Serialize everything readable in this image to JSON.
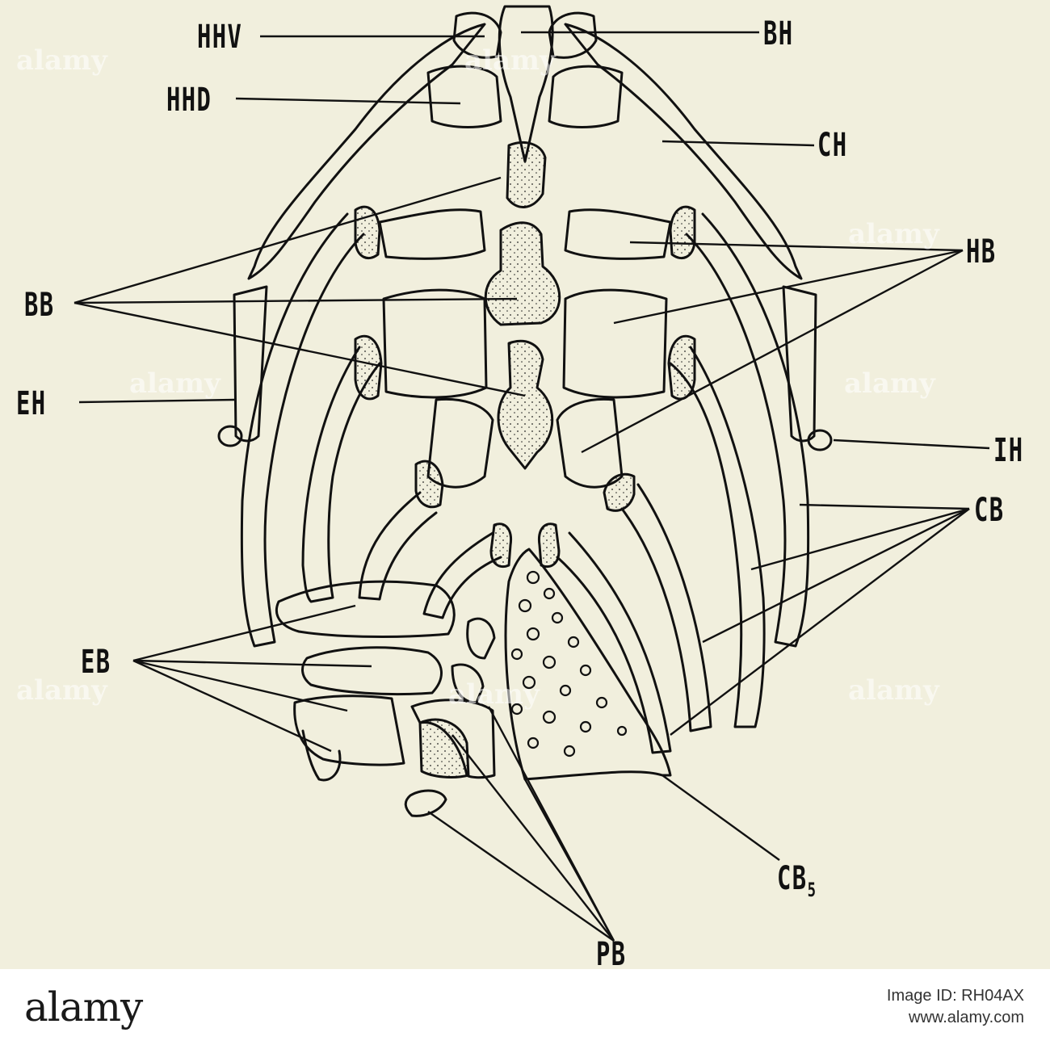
{
  "labels": {
    "hhv": "HHV",
    "bh": "BH",
    "hhd": "HHD",
    "ch": "CH",
    "hb": "HB",
    "bb": "BB",
    "eh": "EH",
    "ih": "IH",
    "cb": "CB",
    "eb": "EB",
    "cb5": "CB",
    "cb5_sub": "5",
    "pb": "PB"
  },
  "watermark": {
    "text": "alamy"
  },
  "footer": {
    "brand": "alamy",
    "image_id_line": "Image ID: RH04AX",
    "url": "www.alamy.com"
  }
}
